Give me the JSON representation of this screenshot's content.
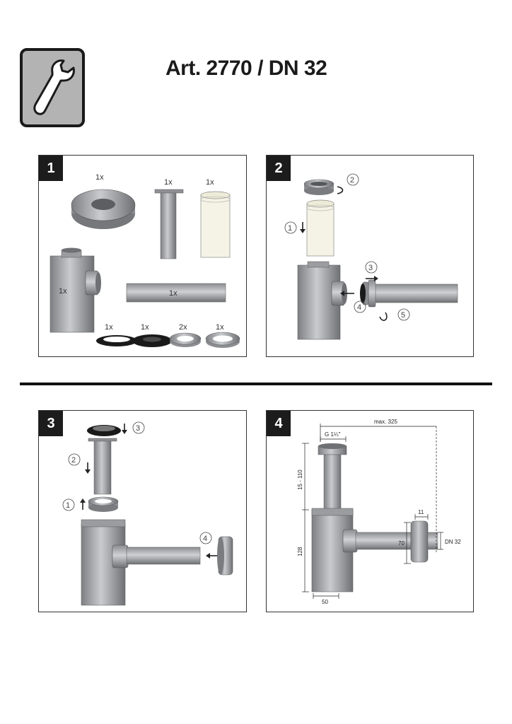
{
  "header": {
    "title": "Art. 2770 / DN 32",
    "tool_icon": "wrench-icon"
  },
  "steps": [
    {
      "number": "1",
      "parts": {
        "rosette": "1x",
        "dip_tube": "1x",
        "extension_tube": "1x",
        "trap_body": "1x",
        "wall_pipe": "1x",
        "black_seal_a": "1x",
        "black_seal_b": "1x",
        "grey_washer": "2x",
        "grey_ring": "1x"
      }
    },
    {
      "number": "2",
      "callouts": [
        "1",
        "2",
        "3",
        "4",
        "5"
      ]
    },
    {
      "number": "3",
      "callouts": [
        "1",
        "2",
        "3",
        "4"
      ]
    },
    {
      "number": "4",
      "dimensions": {
        "thread": "G 1¼\"",
        "max_length": "max. 325",
        "height_range": "15 - 110",
        "body_height": "128",
        "body_width": "50",
        "rosette_depth": "11",
        "rosette_dia": "70",
        "pipe_dia": "DN 32"
      }
    }
  ],
  "colors": {
    "metal": "#a6a8ac",
    "metal_dark": "#6e7074",
    "seal_black": "#1a1a1a",
    "icon_bg": "#b3b3b3"
  }
}
